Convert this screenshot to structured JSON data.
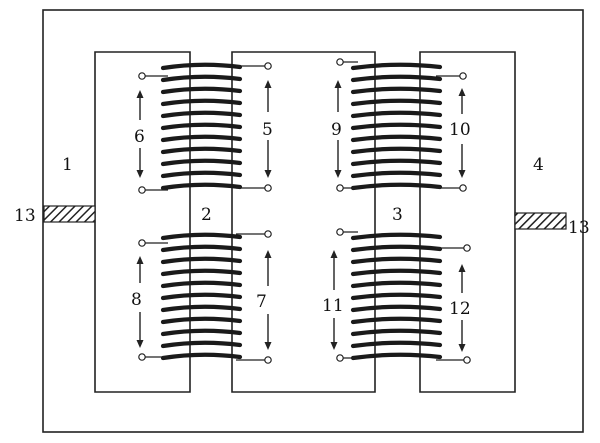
{
  "diagram": {
    "cores": [
      {
        "id": "core-1",
        "label": "1"
      },
      {
        "id": "core-2",
        "label": "2"
      },
      {
        "id": "core-3",
        "label": "3"
      },
      {
        "id": "core-4",
        "label": "4"
      }
    ],
    "windings": [
      {
        "id": "winding-5",
        "label": "5"
      },
      {
        "id": "winding-6",
        "label": "6"
      },
      {
        "id": "winding-7",
        "label": "7"
      },
      {
        "id": "winding-8",
        "label": "8"
      },
      {
        "id": "winding-9",
        "label": "9"
      },
      {
        "id": "winding-10",
        "label": "10"
      },
      {
        "id": "winding-11",
        "label": "11"
      },
      {
        "id": "winding-12",
        "label": "12"
      }
    ],
    "rod_label": "13"
  },
  "colors": {
    "ink": "#222222",
    "coil": "#1a1a1a",
    "background": "#ffffff"
  }
}
